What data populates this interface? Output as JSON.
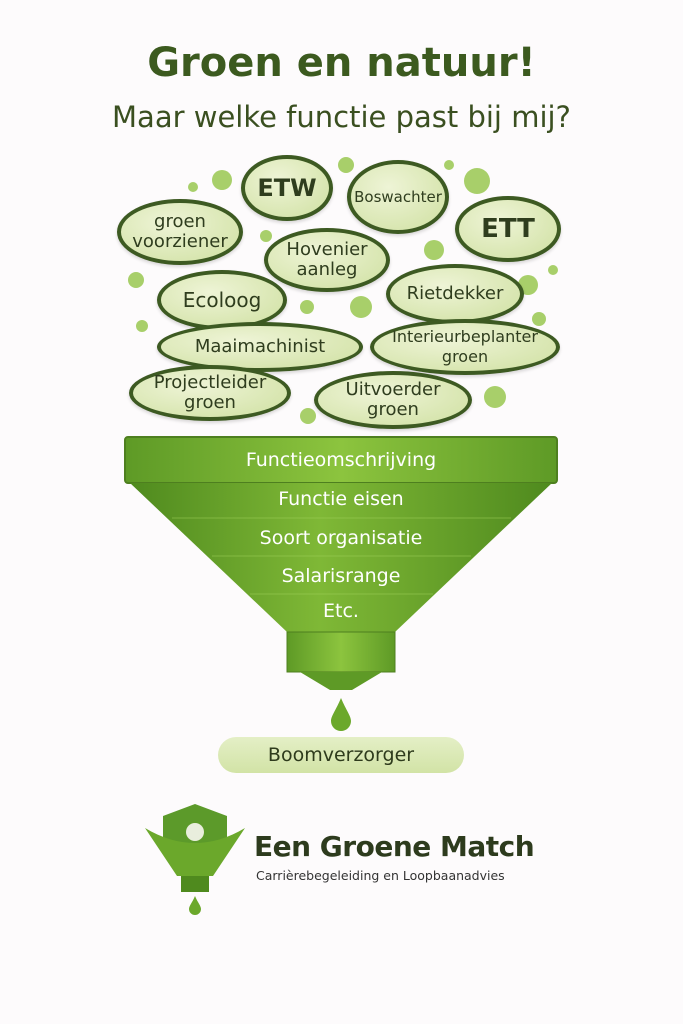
{
  "header": {
    "title": "Groen en natuur!",
    "subtitle": "Maar welke functie past bij mij?"
  },
  "bubbles": [
    "ETW",
    "Boswachter",
    "groen voorziener",
    "ETT",
    "Hovenier aanleg",
    "Ecoloog",
    "Rietdekker",
    "Maaimachinist",
    "Interieurbeplanter groen",
    "Projectleider groen",
    "Uitvoerder groen"
  ],
  "funnel": {
    "filters": [
      "Functieomschrijving",
      "Functie eisen",
      "Soort organisatie",
      "Salarisrange",
      "Etc."
    ]
  },
  "result": "Boomverzorger",
  "logo": {
    "name": "Een Groene Match",
    "tagline": "Carrièrebegeleiding en Loopbaanadvies"
  },
  "colors": {
    "title": "#3c5a1f",
    "funnel": "#7cb332",
    "bubble": "#d6e6ab",
    "outline": "#3d5a22"
  }
}
